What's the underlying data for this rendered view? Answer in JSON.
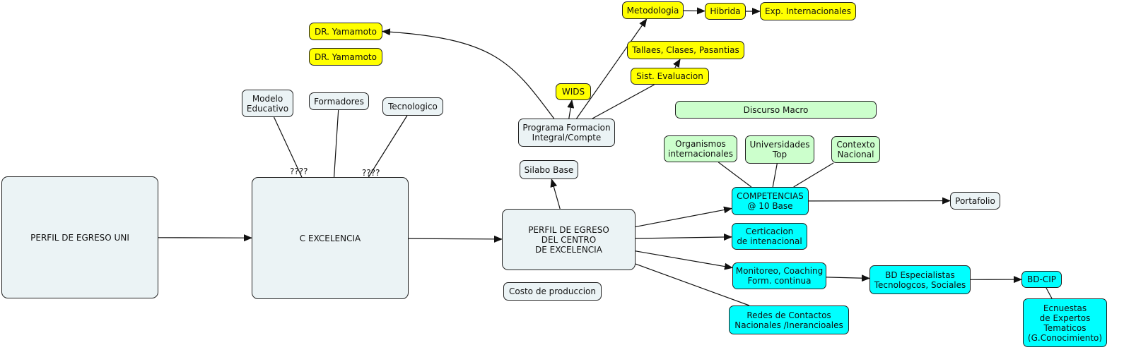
{
  "diagram": {
    "type": "concept-map",
    "colors": {
      "gray": "#ebf3f5",
      "yellow": "#ffff00",
      "green": "#ccffcc",
      "cyan": "#00ffff",
      "line": "#111111"
    },
    "nodes": {
      "perfil_uni": "PERFIL DE EGRESO UNI",
      "c_excelencia": "C EXCELENCIA",
      "modelo_educativo": "Modelo\nEducativo",
      "formadores": "Formadores",
      "tecnologico": "Tecnologico",
      "perfil_centro": "PERFIL DE EGRESO\nDEL CENTRO\nDE EXCELENCIA",
      "costo_produccion": "Costo de produccion",
      "silabo_base": "Silabo Base",
      "programa_formacion": "Programa Formacion\nIntegral/Compte",
      "dr_yamamoto_1": "DR. Yamamoto",
      "dr_yamamoto_2": "DR. Yamamoto",
      "wids": "WIDS",
      "metodologia": "Metodologia",
      "hibrida": "Hibrida",
      "exp_internacionales": "Exp. Internacionales",
      "tallaes": "Tallaes, Clases, Pasantias",
      "sist_evaluacion": "Sist. Evaluacion",
      "discurso_macro": "Discurso Macro",
      "organismos": "Organismos\ninternacionales",
      "universidades_top": "Universidades\nTop",
      "contexto_nacional": "Contexto\nNacional",
      "competencias": "COMPETENCIAS\n@ 10 Base",
      "portafolio": "Portafolio",
      "certicacion": "Certicacion\nde intenacional",
      "monitoreo": "Monitoreo, Coaching\nForm. continua",
      "bd_especialistas": "BD Especialistas\nTecnologcos, Sociales",
      "bd_cip": "BD-CIP",
      "ecnuestas": "Ecnuestas\nde Expertos\nTematicos\n(G.Conocimiento)",
      "redes": "Redes de Contactos\nNacionales /Inerancioales"
    },
    "link_labels": {
      "modelo_to_c": "????",
      "tecnologico_to_c": "????"
    },
    "links": [
      {
        "from": "perfil_uni",
        "to": "c_excelencia",
        "arrow": true
      },
      {
        "from": "c_excelencia",
        "to": "perfil_centro",
        "arrow": true
      },
      {
        "from": "modelo_educativo",
        "to": "c_excelencia",
        "arrow": false,
        "label": "modelo_to_c"
      },
      {
        "from": "formadores",
        "to": "c_excelencia",
        "arrow": false
      },
      {
        "from": "tecnologico",
        "to": "c_excelencia",
        "arrow": false,
        "label": "tecnologico_to_c"
      },
      {
        "from": "perfil_centro",
        "to": "silabo_base",
        "arrow": true
      },
      {
        "from": "programa_formacion",
        "to": "dr_yamamoto_1",
        "arrow": true,
        "curved": true
      },
      {
        "from": "programa_formacion",
        "to": "wids",
        "arrow": true
      },
      {
        "from": "programa_formacion",
        "to": "metodologia",
        "arrow": true
      },
      {
        "from": "programa_formacion",
        "to": "sist_evaluacion",
        "arrow": false
      },
      {
        "from": "sist_evaluacion",
        "to": "tallaes",
        "arrow": true
      },
      {
        "from": "metodologia",
        "to": "hibrida",
        "arrow": true
      },
      {
        "from": "hibrida",
        "to": "exp_internacionales",
        "arrow": true
      },
      {
        "from": "organismos",
        "to": "competencias",
        "arrow": false
      },
      {
        "from": "universidades_top",
        "to": "competencias",
        "arrow": false
      },
      {
        "from": "contexto_nacional",
        "to": "competencias",
        "arrow": false
      },
      {
        "from": "perfil_centro",
        "to": "competencias",
        "arrow": true
      },
      {
        "from": "perfil_centro",
        "to": "certicacion",
        "arrow": true
      },
      {
        "from": "perfil_centro",
        "to": "monitoreo",
        "arrow": true
      },
      {
        "from": "perfil_centro",
        "to": "redes",
        "arrow": false
      },
      {
        "from": "competencias",
        "to": "portafolio",
        "arrow": true
      },
      {
        "from": "monitoreo",
        "to": "bd_especialistas",
        "arrow": true
      },
      {
        "from": "bd_especialistas",
        "to": "bd_cip",
        "arrow": true
      },
      {
        "from": "bd_cip",
        "to": "ecnuestas",
        "arrow": false
      }
    ]
  }
}
